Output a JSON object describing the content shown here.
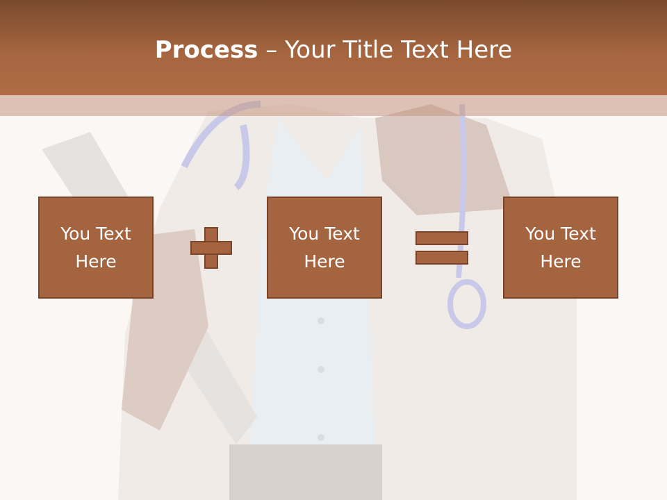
{
  "slide": {
    "title_bold": "Process",
    "title_rest": " – Your Title Text Here",
    "boxes": [
      {
        "text": "You Text Here"
      },
      {
        "text": "You Text Here"
      },
      {
        "text": "You Text Here"
      }
    ],
    "operators": [
      "plus",
      "equals"
    ]
  },
  "colors": {
    "header": "#a4653f",
    "box_fill": "#a46440",
    "box_border": "#7a4428",
    "background": "#fbf7f4"
  }
}
